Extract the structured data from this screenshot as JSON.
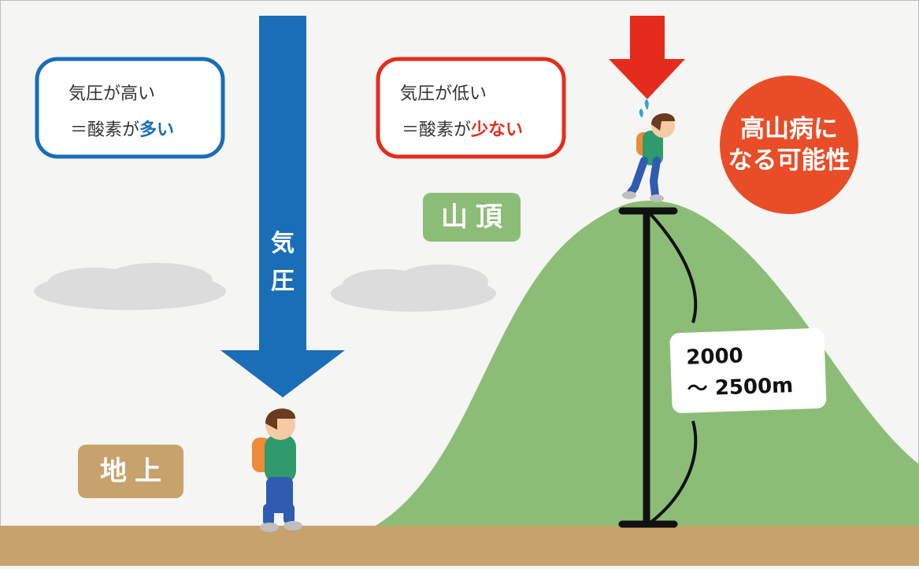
{
  "colors": {
    "blue": "#1a6db7",
    "red": "#e52c1c",
    "green": "#8bbd76",
    "ground": "#c8a26c",
    "badge": "#e84d27",
    "cloud": "#dcdcdc"
  },
  "left_box": {
    "line1": "気圧が高い",
    "line2_prefix": "＝酸素が",
    "line2_emphasis": "多い"
  },
  "right_box": {
    "line1": "気圧が低い",
    "line2_prefix": "＝酸素が",
    "line2_emphasis": "少ない"
  },
  "pressure_arrow_label": [
    "気",
    "圧"
  ],
  "summit_label": "山頂",
  "ground_label": "地上",
  "altitude_badge": [
    "高山病に",
    "なる可能性"
  ],
  "height_range": {
    "line1": "2000",
    "line2": "～ 2500m"
  },
  "icons": {
    "hiker": "hiker-icon",
    "sweat": "sweat-drop-icon"
  }
}
